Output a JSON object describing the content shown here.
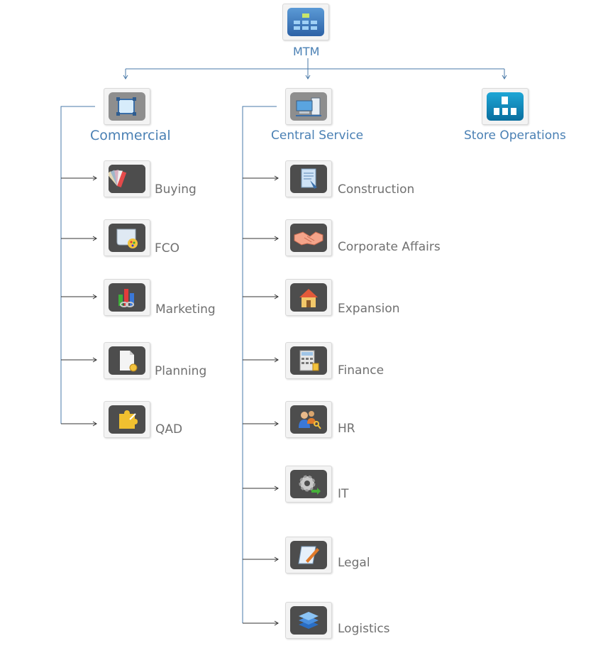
{
  "root": {
    "label": "MTM",
    "icon": "org-chart-icon"
  },
  "divisions": [
    {
      "label": "Commercial",
      "icon": "selection-frame-icon"
    },
    {
      "label": "Central Service",
      "icon": "network-computer-icon"
    },
    {
      "label": "Store Operations",
      "icon": "store-documents-icon"
    }
  ],
  "commercial": [
    {
      "label": "Buying",
      "icon": "color-swatches-icon"
    },
    {
      "label": "FCO",
      "icon": "scroll-palette-icon"
    },
    {
      "label": "Marketing",
      "icon": "bar-chart-chain-icon"
    },
    {
      "label": "Planning",
      "icon": "document-coin-icon"
    },
    {
      "label": "QAD",
      "icon": "puzzle-piece-icon"
    }
  ],
  "central_service": [
    {
      "label": "Construction",
      "icon": "blueprint-document-icon"
    },
    {
      "label": "Corporate Affairs",
      "icon": "handshake-icon"
    },
    {
      "label": "Expansion",
      "icon": "house-icon"
    },
    {
      "label": "Finance",
      "icon": "calculator-coins-icon"
    },
    {
      "label": "HR",
      "icon": "people-key-icon"
    },
    {
      "label": "IT",
      "icon": "gear-arrow-icon"
    },
    {
      "label": "Legal",
      "icon": "notepad-pen-icon"
    },
    {
      "label": "Logistics",
      "icon": "layers-stack-icon"
    }
  ],
  "colors": {
    "connector": "#4a7aa8",
    "blue_text": "#4a80b4",
    "grey_text": "#707070",
    "icon_bg": "#4d4d4d"
  }
}
